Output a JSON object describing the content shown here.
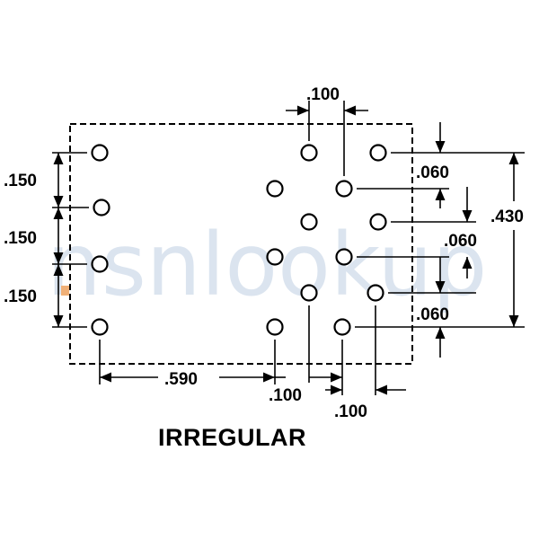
{
  "watermark": "nsnlookup",
  "caption": "IRREGULAR",
  "dimensions": {
    "top_pitch": ".100",
    "left_pitch_1": ".150",
    "left_pitch_2": ".150",
    "left_pitch_3": ".150",
    "right_offset_1": ".060",
    "right_offset_2": ".060",
    "right_offset_3": ".060",
    "overall_height": ".430",
    "bottom_span": ".590",
    "bottom_pitch_1": ".100",
    "bottom_pitch_2": ".100"
  }
}
